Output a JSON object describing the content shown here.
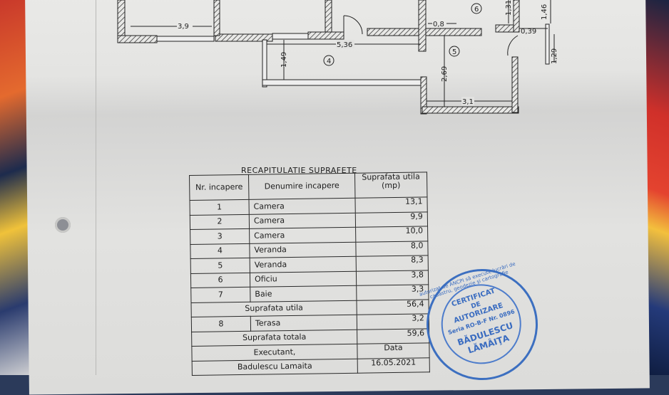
{
  "plan": {
    "dimensions": [
      "3,9",
      "5,36",
      "0,8",
      "1,49",
      "2,69",
      "3,1",
      "1,31",
      "1,46",
      "0,39",
      "1,29"
    ],
    "room_markers": [
      "4",
      "5",
      "6"
    ]
  },
  "table": {
    "title": "RECAPITULATIE SUPRAFETE",
    "headers": {
      "nr": "Nr. incapere",
      "name": "Denumire incapere",
      "area": "Suprafata utila (mp)"
    },
    "rows": [
      {
        "nr": "1",
        "name": "Camera",
        "area": "13,1"
      },
      {
        "nr": "2",
        "name": "Camera",
        "area": "9,9"
      },
      {
        "nr": "3",
        "name": "Camera",
        "area": "10,0"
      },
      {
        "nr": "4",
        "name": "Veranda",
        "area": "8,0"
      },
      {
        "nr": "5",
        "name": "Veranda",
        "area": "8,3"
      },
      {
        "nr": "6",
        "name": "Oficiu",
        "area": "3,8"
      },
      {
        "nr": "7",
        "name": "Baie",
        "area": "3,3"
      }
    ],
    "useful_label": "Suprafata utila",
    "useful_value": "56,4",
    "terrace": {
      "nr": "8",
      "name": "Terasa",
      "area": "3,2"
    },
    "total_label": "Suprafata totala",
    "total_value": "59,6",
    "executant_label": "Executant,",
    "date_label": "Data",
    "executant_name": "Badulescu Lamaita",
    "date_value": "16.05.2021"
  },
  "stamp": {
    "ring_text": "autorizat de ANCPI să execute lucrări de cadastru, geodezie şi cartografie",
    "line1": "CERTIFICAT",
    "line2": "DE",
    "line3": "AUTORIZARE",
    "line4": "Seria RO-B-F Nr. 0896",
    "line5": "BĂDULESCU",
    "line6": "LĂMÂIŢA",
    "color": "#3a6cc0"
  }
}
